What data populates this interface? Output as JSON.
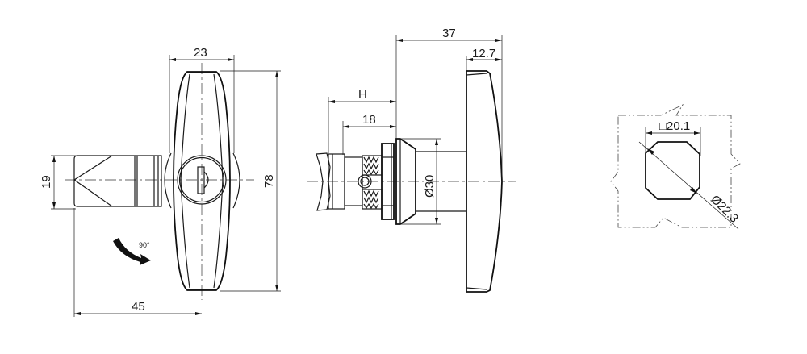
{
  "drawing": {
    "type": "technical drawing - T-handle lock",
    "views": {
      "front": {
        "dimensions": {
          "handle_width": "23",
          "height": "78",
          "cam_height": "19",
          "cam_length": "45",
          "rotation": "90°"
        }
      },
      "side": {
        "dimensions": {
          "overall_depth": "37",
          "handle_thickness": "12.7",
          "grip_length": "H",
          "body_length": "18",
          "flange_diameter": "Ø30"
        }
      },
      "cutout": {
        "dimensions": {
          "square": "□20.1",
          "diameter": "Ø22.3"
        }
      }
    },
    "colors": {
      "line": "#1a1a1a",
      "background": "#ffffff"
    }
  }
}
